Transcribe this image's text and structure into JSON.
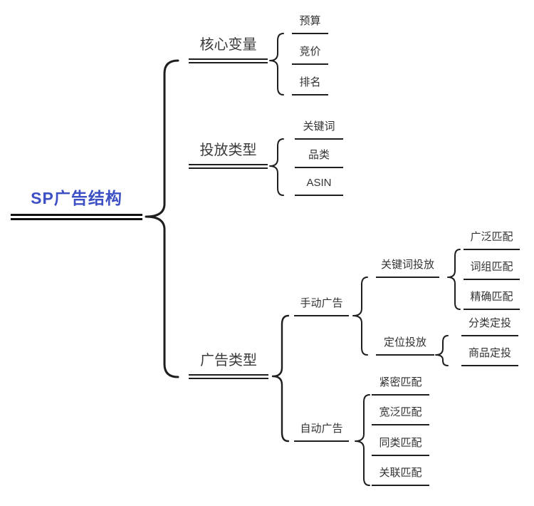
{
  "diagram": {
    "type": "brace-map",
    "colors": {
      "root_text": "#3d4fc4",
      "line": "#1e1e1e",
      "text": "#333333",
      "background": "#ffffff"
    }
  },
  "tree": {
    "root": {
      "label": "SP广告结构"
    },
    "branches": [
      {
        "label": "核心变量",
        "children": [
          {
            "label": "预算"
          },
          {
            "label": "竞价"
          },
          {
            "label": "排名"
          }
        ]
      },
      {
        "label": "投放类型",
        "children": [
          {
            "label": "关键词"
          },
          {
            "label": "品类"
          },
          {
            "label": "ASIN"
          }
        ]
      },
      {
        "label": "广告类型",
        "children": [
          {
            "label": "手动广告",
            "children": [
              {
                "label": "关键词投放",
                "children": [
                  {
                    "label": "广泛匹配"
                  },
                  {
                    "label": "词组匹配"
                  },
                  {
                    "label": "精确匹配"
                  }
                ]
              },
              {
                "label": "定位投放",
                "children": [
                  {
                    "label": "分类定投"
                  },
                  {
                    "label": "商品定投"
                  }
                ]
              }
            ]
          },
          {
            "label": "自动广告",
            "children": [
              {
                "label": "紧密匹配"
              },
              {
                "label": "宽泛匹配"
              },
              {
                "label": "同类匹配"
              },
              {
                "label": "关联匹配"
              }
            ]
          }
        ]
      }
    ]
  }
}
